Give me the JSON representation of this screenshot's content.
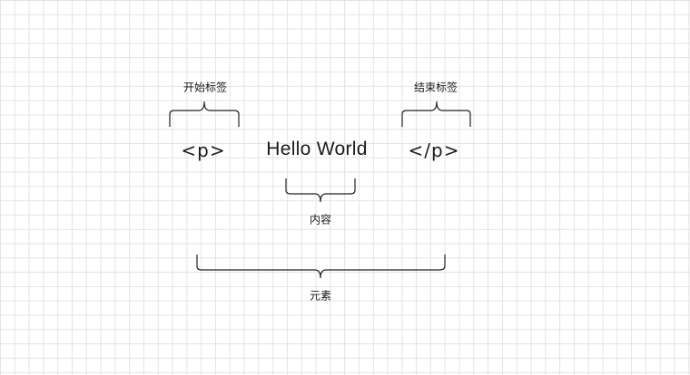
{
  "diagram": {
    "labels": {
      "start_tag_caption": "开始标签",
      "end_tag_caption": "结束标签",
      "content_caption": "内容",
      "element_caption": "元素"
    },
    "code": {
      "open_tag": "<p>",
      "content_text": "Hello World",
      "close_tag": "</p>"
    }
  }
}
